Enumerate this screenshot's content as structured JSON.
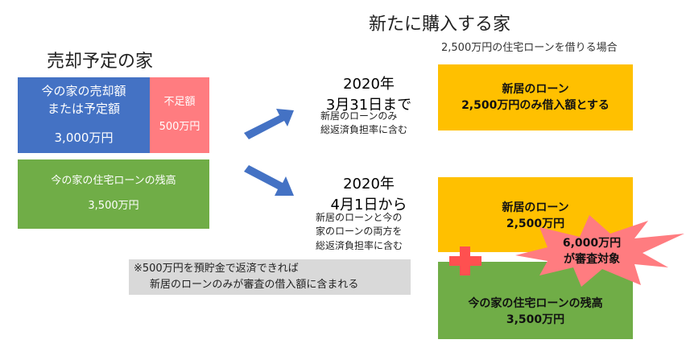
{
  "left": {
    "title": "売却予定の家",
    "sale_label": "今の家の売却額",
    "sale_label2": "または予定額",
    "sale_value": "3,000万円",
    "short_label": "不足額",
    "short_value": "500万円",
    "loan_label": "今の家の住宅ローンの残高",
    "loan_value": "3,500万円"
  },
  "right": {
    "title": "新たに購入する家",
    "subtitle": "2,500万円の住宅ローンを借りる場合",
    "case1": {
      "date1": "2020年",
      "date2": "3月31日まで",
      "note1": "新居のローンのみ",
      "note2": "総返済負担率に含む",
      "box1": "新居のローン",
      "box2": "2,500万円のみ借入額とする"
    },
    "case2": {
      "date1": "2020年",
      "date2": "4月1日から",
      "note1": "新居のローンと今の",
      "note2": "家のローンの両方を",
      "note3": "総返済負担率に含む",
      "new_loan": "新居のローン",
      "new_loan_value": "2,500万円",
      "old_loan": "今の家の住宅ローンの残高",
      "old_loan_value": "3,500万円",
      "burst1": "6,000万円",
      "burst2": "が審査対象"
    }
  },
  "note": {
    "line1": "※500万円を預貯金で返済できれば",
    "line2": "新居のローンのみが審査の借入額に含まれる"
  },
  "colors": {
    "blue": "#4472c4",
    "pink": "#ff7c80",
    "green": "#70ad47",
    "yellow": "#ffc000",
    "gray": "#d9d9d9",
    "plus": "#ff5050"
  }
}
